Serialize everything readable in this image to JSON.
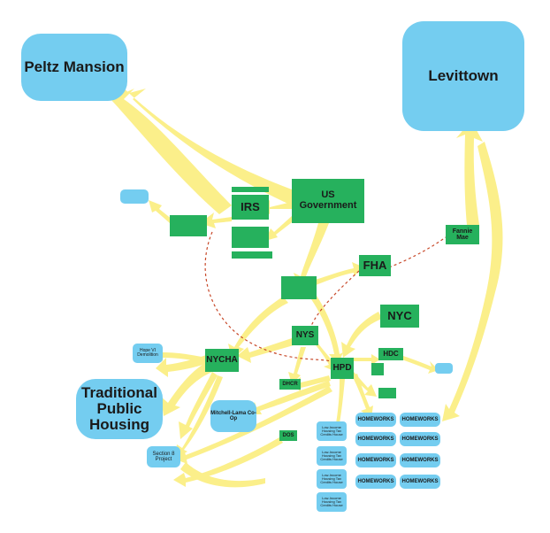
{
  "nodes": {
    "peltz_mansion": "Peltz Mansion",
    "levittown": "Levittown",
    "us_government": "US Government",
    "irs": "IRS",
    "fannie_mae": "Fannie Mae",
    "fha": "FHA",
    "nyc": "NYC",
    "nys": "NYS",
    "nycha": "NYCHA",
    "hpd": "HPD",
    "hdc": "HDC",
    "dhcr": "DHCR",
    "dos": "DOS",
    "hope_vi": "Hope VI Demolition",
    "traditional_public_housing": "Traditional Public Housing",
    "mitchell_lama": "Mitchell-Lama Co-Op",
    "section8": "Section 8 Project",
    "homeworks": "HOMEWORKS",
    "lihtc": "Low-Income Housing Tax Credits House"
  },
  "colors": {
    "flow": "#fbef8a",
    "blue_node": "#74cdf0",
    "green_node": "#26b15d",
    "dashed_link": "#c8492a"
  }
}
